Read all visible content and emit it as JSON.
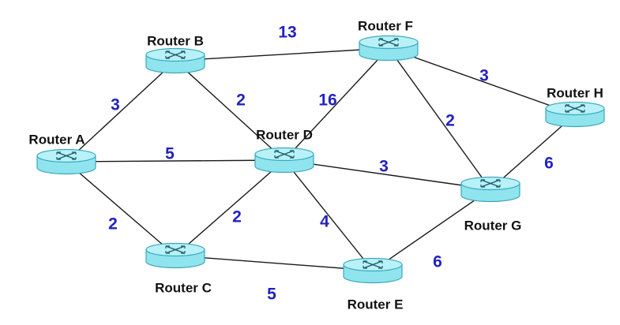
{
  "colors": {
    "router_body": "#8fe4ee",
    "router_top": "#b8f1f7",
    "router_outline": "#3aa9bd",
    "router_symbol": "#1d5b66",
    "link": "#1a1a1a",
    "weight_text": "#2222c0",
    "label_text": "#111111"
  },
  "icons": {
    "router": "router-icon"
  },
  "routers": [
    {
      "id": "A",
      "label": "Router A"
    },
    {
      "id": "B",
      "label": "Router B"
    },
    {
      "id": "C",
      "label": "Router C"
    },
    {
      "id": "D",
      "label": "Router D"
    },
    {
      "id": "E",
      "label": "Router E"
    },
    {
      "id": "F",
      "label": "Router F"
    },
    {
      "id": "G",
      "label": "Router G"
    },
    {
      "id": "H",
      "label": "Router H"
    }
  ],
  "links": [
    {
      "from": "B",
      "to": "F",
      "weight": "13"
    },
    {
      "from": "A",
      "to": "B",
      "weight": "3"
    },
    {
      "from": "B",
      "to": "D",
      "weight": "2"
    },
    {
      "from": "D",
      "to": "F",
      "weight": "16"
    },
    {
      "from": "F",
      "to": "H",
      "weight": "3"
    },
    {
      "from": "F",
      "to": "G",
      "weight": "2"
    },
    {
      "from": "A",
      "to": "D",
      "weight": "5"
    },
    {
      "from": "D",
      "to": "G",
      "weight": "3"
    },
    {
      "from": "G",
      "to": "H",
      "weight": "6"
    },
    {
      "from": "A",
      "to": "C",
      "weight": "2"
    },
    {
      "from": "C",
      "to": "D",
      "weight": "2"
    },
    {
      "from": "D",
      "to": "E",
      "weight": "4"
    },
    {
      "from": "E",
      "to": "G",
      "weight": "6"
    },
    {
      "from": "C",
      "to": "E",
      "weight": "5"
    }
  ]
}
